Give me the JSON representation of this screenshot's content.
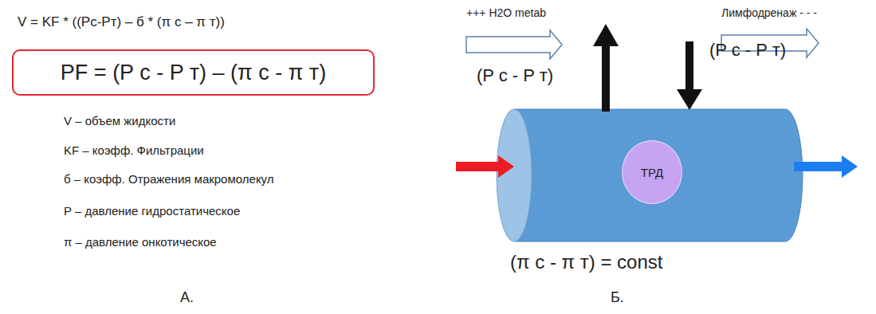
{
  "diagram": {
    "nodes": [
      {
        "text": [
          "PF = (P c - P т) – (π c - π т)"
        ]
      },
      {
        "text": [
          "ТРД"
        ]
      }
    ],
    "labels": [
      "V = KF * ((Pc-Pт) – б * (π c – π т))",
      "V – объем жидкости",
      "KF – коэфф. Фильтрации",
      "б – коэфф. Отражения макромолекул",
      "P – давление гидростатическое",
      "π – давление онкотическое",
      "А.",
      "+++ H2O metab",
      "Лимфодренаж - - -",
      "(P c - P т)",
      "(P c - P т)",
      "(π c - π т) = const",
      "Б."
    ]
  }
}
